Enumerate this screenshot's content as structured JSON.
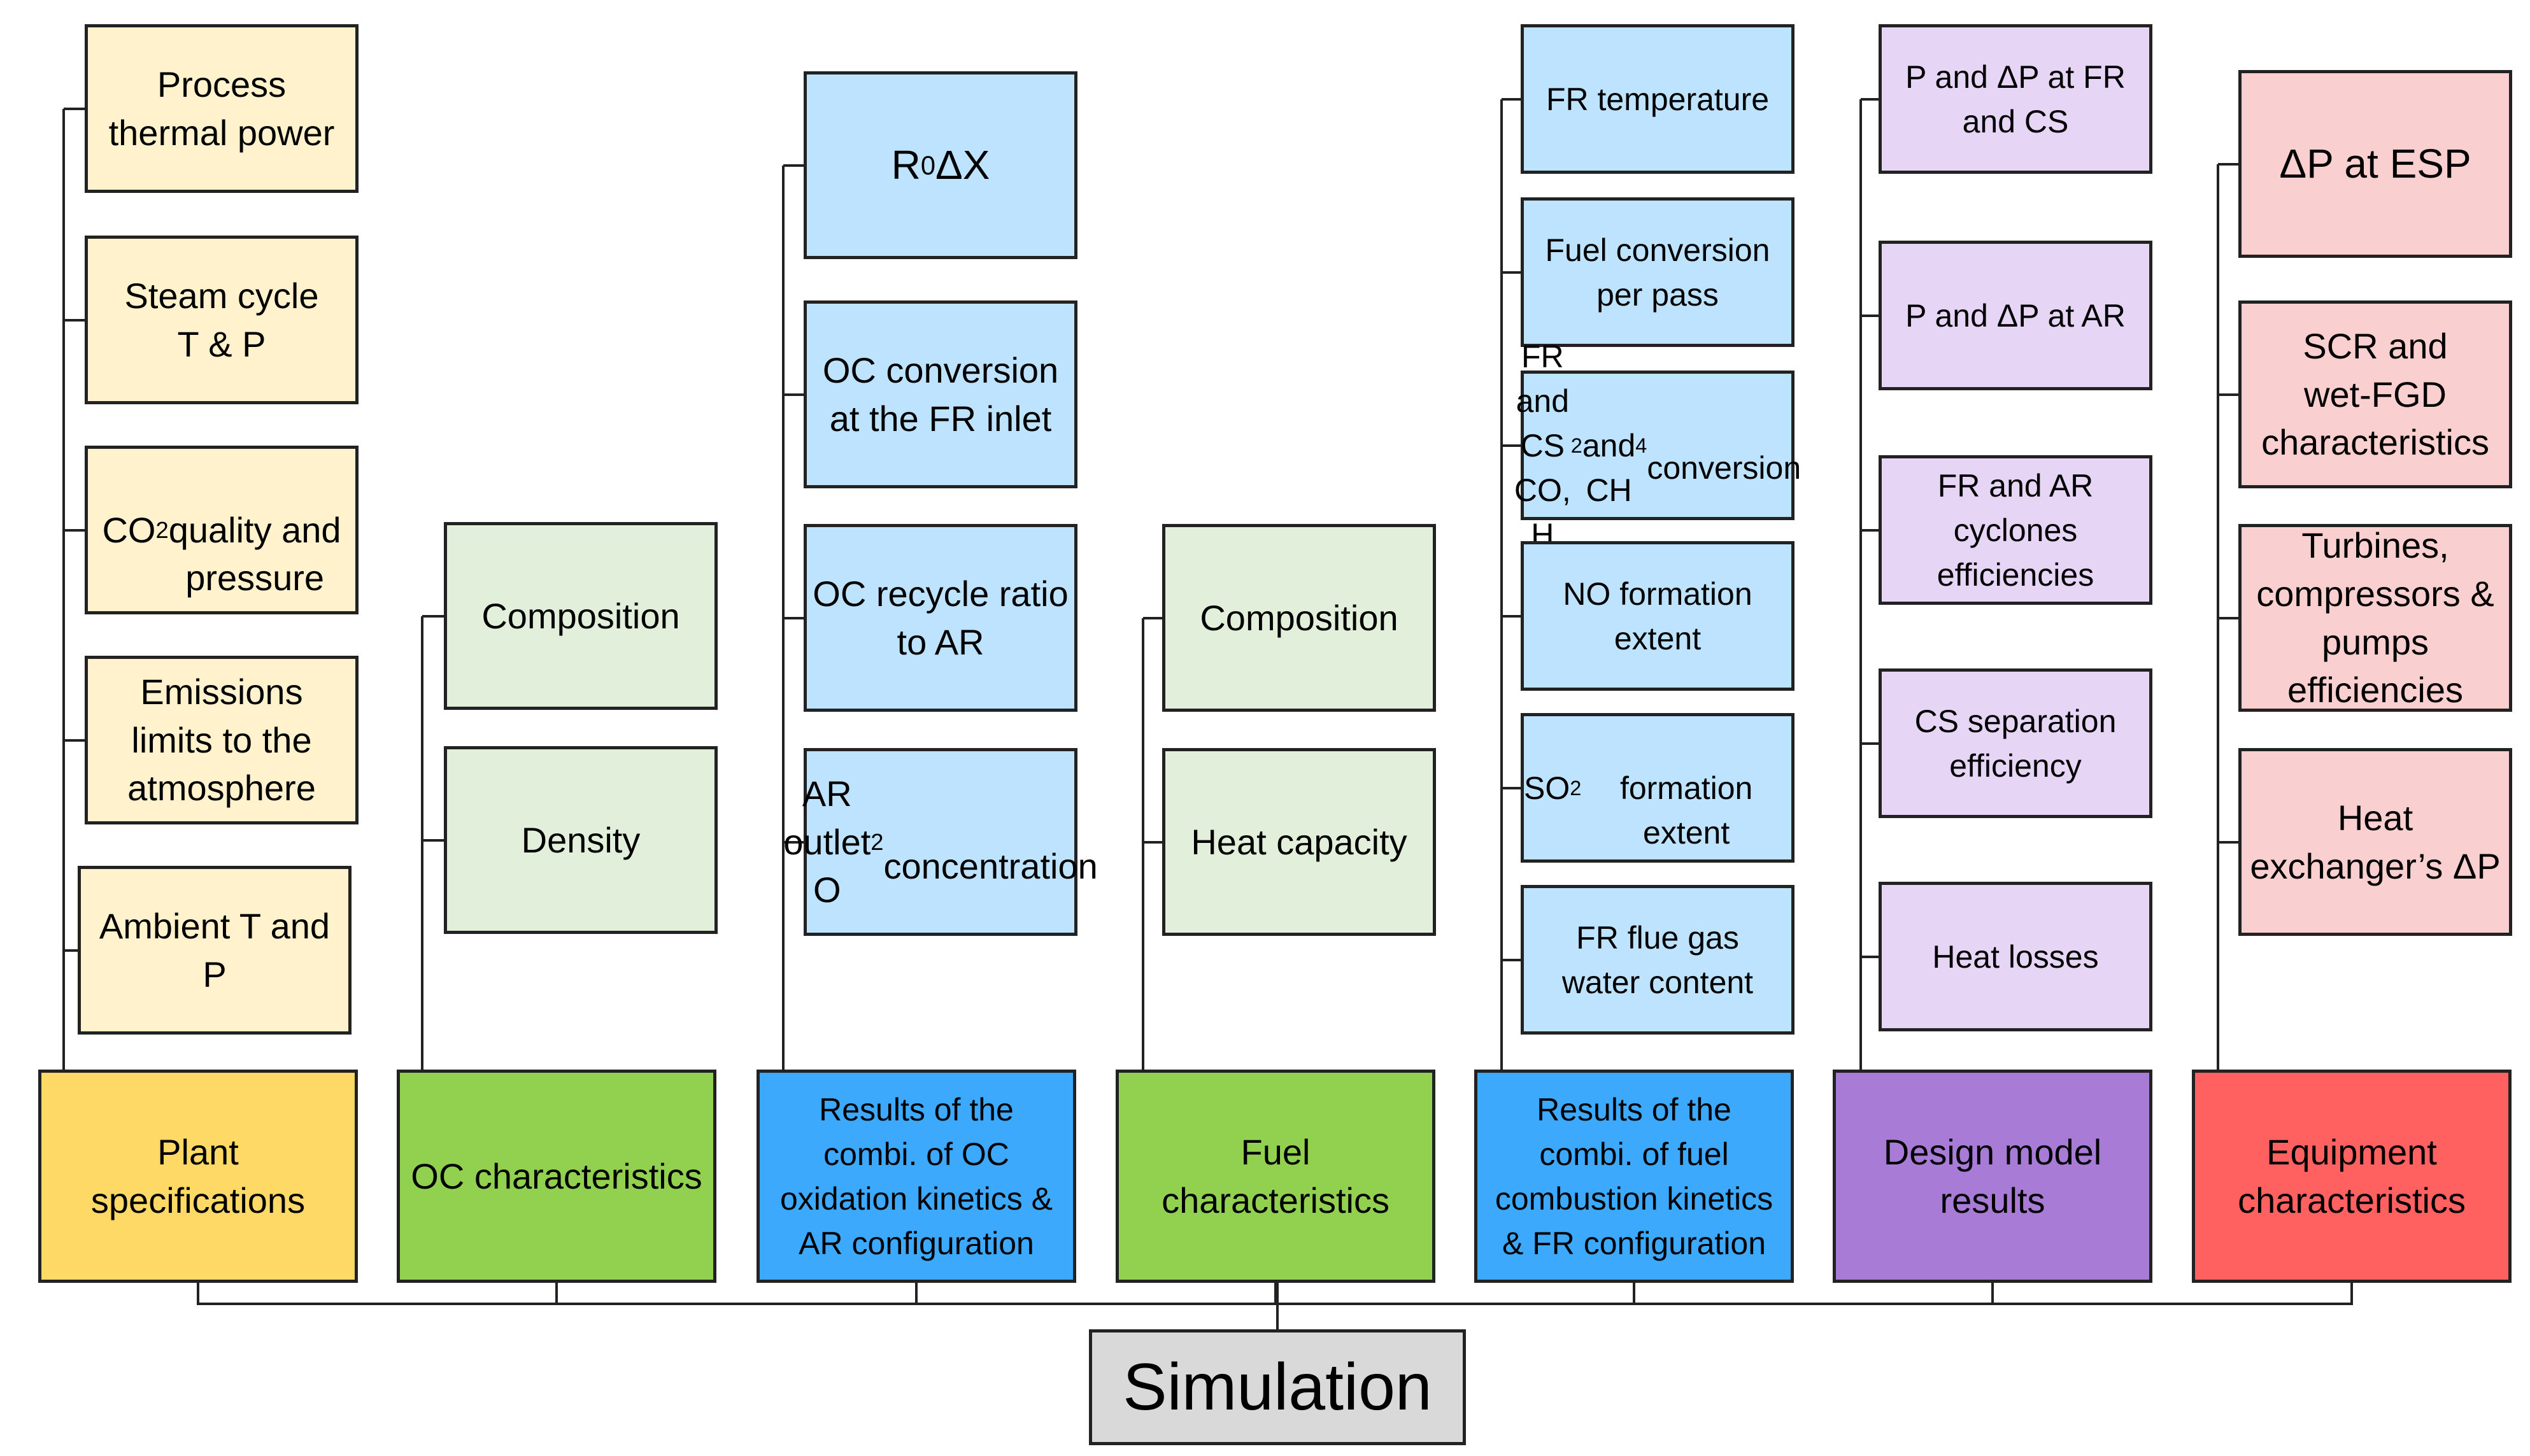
{
  "colors": {
    "plant_header": "#FFD966",
    "plant_child": "#FFF2CC",
    "oc_header": "#92D050",
    "oc_child": "#E2EFDA",
    "ar_header": "#3DA9FC",
    "ar_child": "#BDE3FF",
    "fuel_header": "#92D050",
    "fuel_child": "#E2EFDA",
    "fr_header": "#3DA9FC",
    "fr_child": "#BDE3FF",
    "design_header": "#A77BD6",
    "design_child": "#E6D5F5",
    "equip_header": "#FF6161",
    "equip_child": "#F9CFCF",
    "simulation": "#D9D9D9"
  },
  "simulation_label": "Simulation",
  "groups": [
    {
      "id": "plant",
      "header": "Plant\nspecifications",
      "children": [
        "Process\nthermal power",
        "Steam cycle\nT & P",
        "CO₂\nquality and\npressure",
        "Emissions\nlimits to the\natmosphere",
        "Ambient T and\nP"
      ]
    },
    {
      "id": "oc",
      "header": "OC characteristics",
      "children": [
        "Composition",
        "Density"
      ]
    },
    {
      "id": "ar",
      "header": "Results of the\ncombi. of OC\noxidation kinetics &\nAR configuration",
      "children": [
        "R₀ΔX",
        "OC conversion\nat the FR inlet",
        "OC recycle ratio\nto AR",
        "AR outlet O₂\nconcentration"
      ]
    },
    {
      "id": "fuel",
      "header": "Fuel\ncharacteristics",
      "children": [
        "Composition",
        "Heat capacity"
      ]
    },
    {
      "id": "fr",
      "header": "Results of the\ncombi. of fuel\ncombustion kinetics\n& FR configuration",
      "children": [
        "FR temperature",
        "Fuel conversion\nper pass",
        "FR and CS CO, H₂\nand CH₄\nconversion",
        "NO formation\nextent",
        "SO₂\nformation extent",
        "FR flue gas\nwater content"
      ]
    },
    {
      "id": "design",
      "header": "Design model\nresults",
      "children": [
        "P and ΔP at FR\nand CS",
        "P and ΔP at AR",
        "FR and AR\ncyclones\nefficiencies",
        "CS separation\nefficiency",
        "Heat losses"
      ]
    },
    {
      "id": "equip",
      "header": "Equipment\ncharacteristics",
      "children": [
        "ΔP at ESP",
        "SCR and\nwet-FGD\ncharacteristics",
        "Turbines,\ncompressors &\npumps\nefficiencies",
        "Heat\nexchanger’s ΔP"
      ]
    }
  ]
}
